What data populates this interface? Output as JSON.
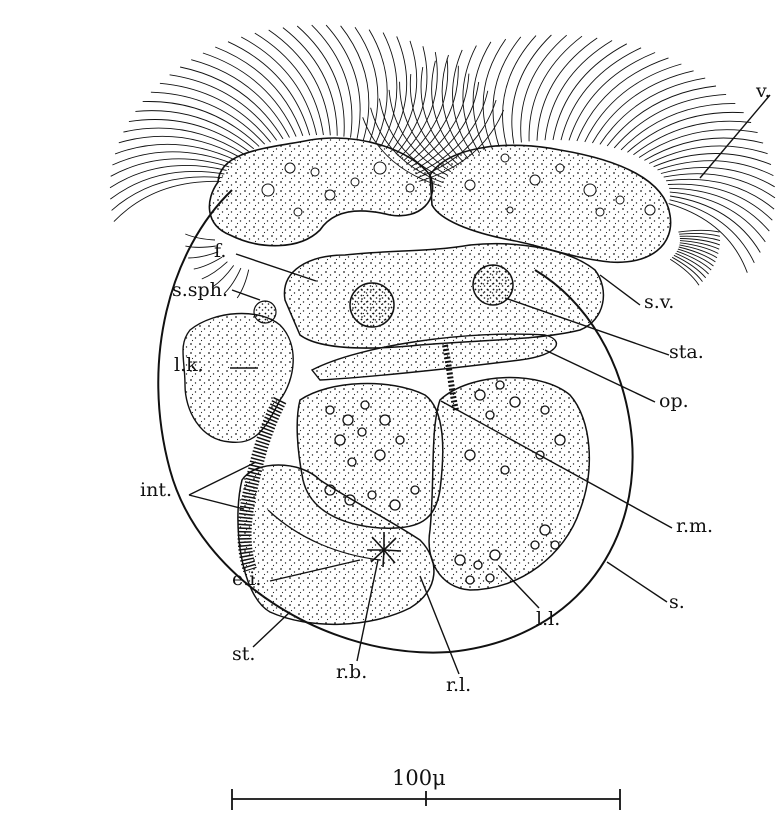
{
  "labels": {
    "v": "v.",
    "f": "f.",
    "s_sph": "s.sph.",
    "s_v": "s.v.",
    "l_k": "l.k.",
    "sta": "sta.",
    "op": "op.",
    "int": "int.",
    "r_m": "r.m.",
    "e_i": "e.i.",
    "s": "s.",
    "st": "st.",
    "l_l": "l.l.",
    "r_b": "r.b.",
    "r_l": "r.l."
  },
  "scale_bar": {
    "label": "100μ"
  },
  "colors": {
    "ink": "#111111",
    "paper": "#ffffff"
  }
}
